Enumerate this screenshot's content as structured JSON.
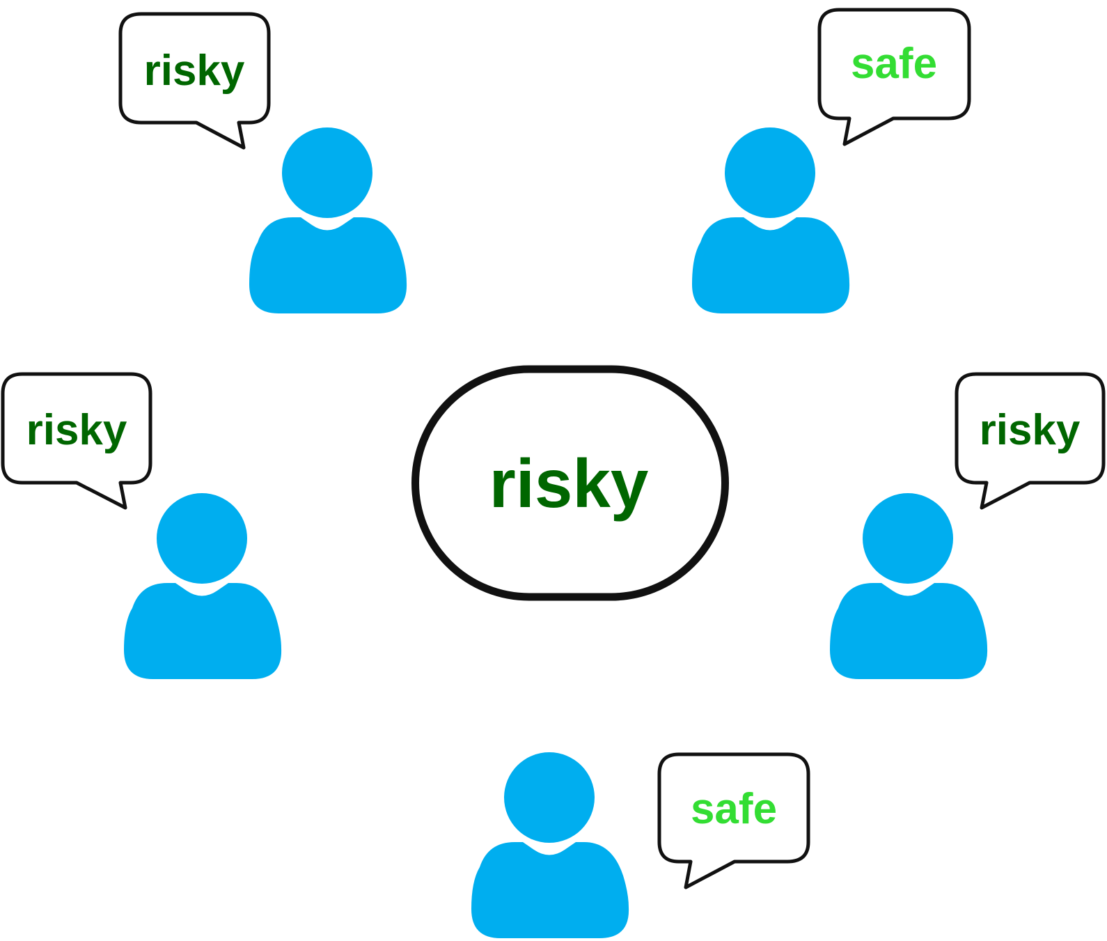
{
  "colors": {
    "person": "#00AEEF",
    "risky": "#006600",
    "safe": "#33DD33",
    "outline": "#111111"
  },
  "center": {
    "label": "risky",
    "kind": "risky"
  },
  "agents": [
    {
      "id": "top-left",
      "label": "risky",
      "kind": "risky"
    },
    {
      "id": "top-right",
      "label": "safe",
      "kind": "safe"
    },
    {
      "id": "middle-left",
      "label": "risky",
      "kind": "risky"
    },
    {
      "id": "middle-right",
      "label": "risky",
      "kind": "risky"
    },
    {
      "id": "bottom",
      "label": "safe",
      "kind": "safe"
    }
  ]
}
